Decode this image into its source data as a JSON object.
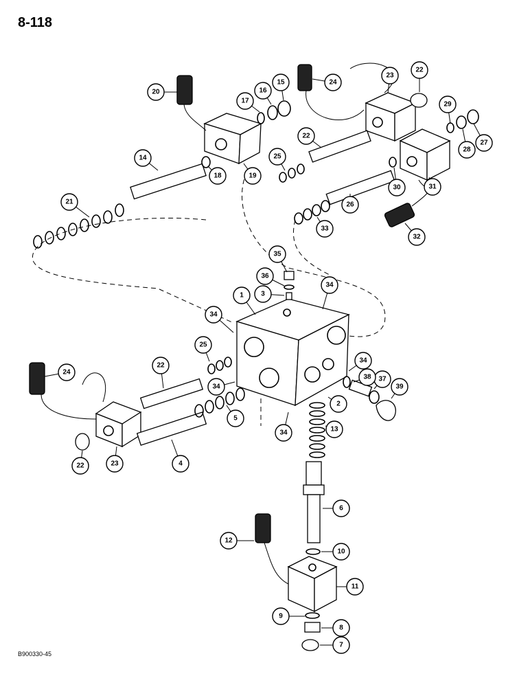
{
  "page_number": "8-118",
  "figure_code": "B900330-45",
  "callouts": [
    "1",
    "2",
    "3",
    "4",
    "5",
    "6",
    "7",
    "8",
    "9",
    "10",
    "11",
    "12",
    "13",
    "14",
    "15",
    "16",
    "17",
    "18",
    "19",
    "20",
    "21",
    "22",
    "23",
    "24",
    "25",
    "26",
    "27",
    "28",
    "29",
    "30",
    "31",
    "32",
    "33",
    "34",
    "35",
    "36",
    "37",
    "38",
    "39"
  ]
}
